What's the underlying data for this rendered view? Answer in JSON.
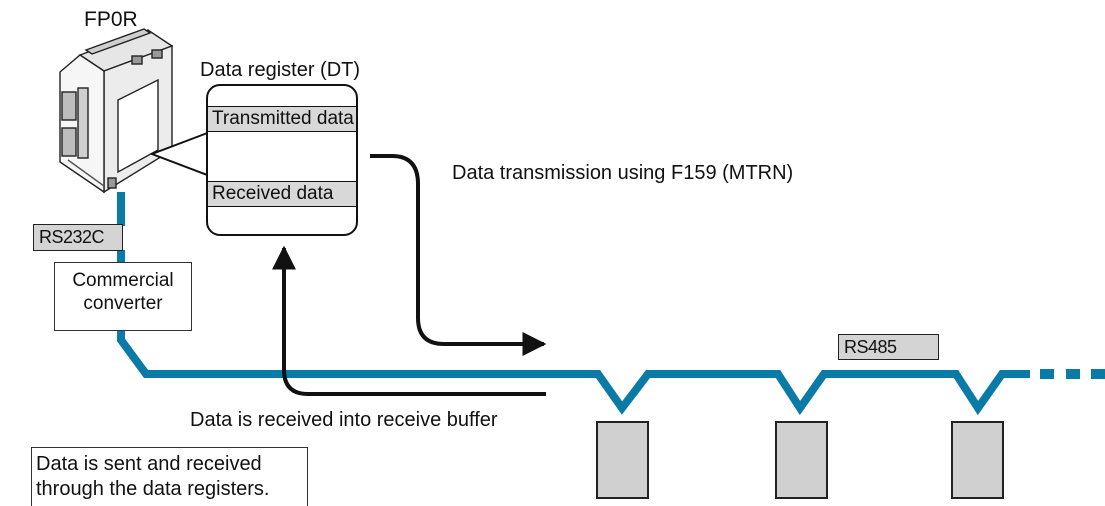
{
  "plc": {
    "model": "FP0R"
  },
  "data_register": {
    "title": "Data register (DT)",
    "transmitted_label": "Transmitted data",
    "received_label": "Received data"
  },
  "interfaces": {
    "rs232c": "RS232C",
    "rs485": "RS485",
    "converter_line1": "Commercial",
    "converter_line2": "converter"
  },
  "captions": {
    "transmission": "Data transmission using F159 (MTRN)",
    "reception": "Data is received into receive buffer"
  },
  "note": {
    "line1": "Data is sent and received",
    "line2": "through the data registers."
  },
  "colors": {
    "bus": "#0a7aa6",
    "slave_fill": "#d0d0d0",
    "tag_fill": "#d4d4d4",
    "register_row_fill": "#d8d8d8",
    "arrow": "#111111"
  },
  "slave_device_count": 3
}
